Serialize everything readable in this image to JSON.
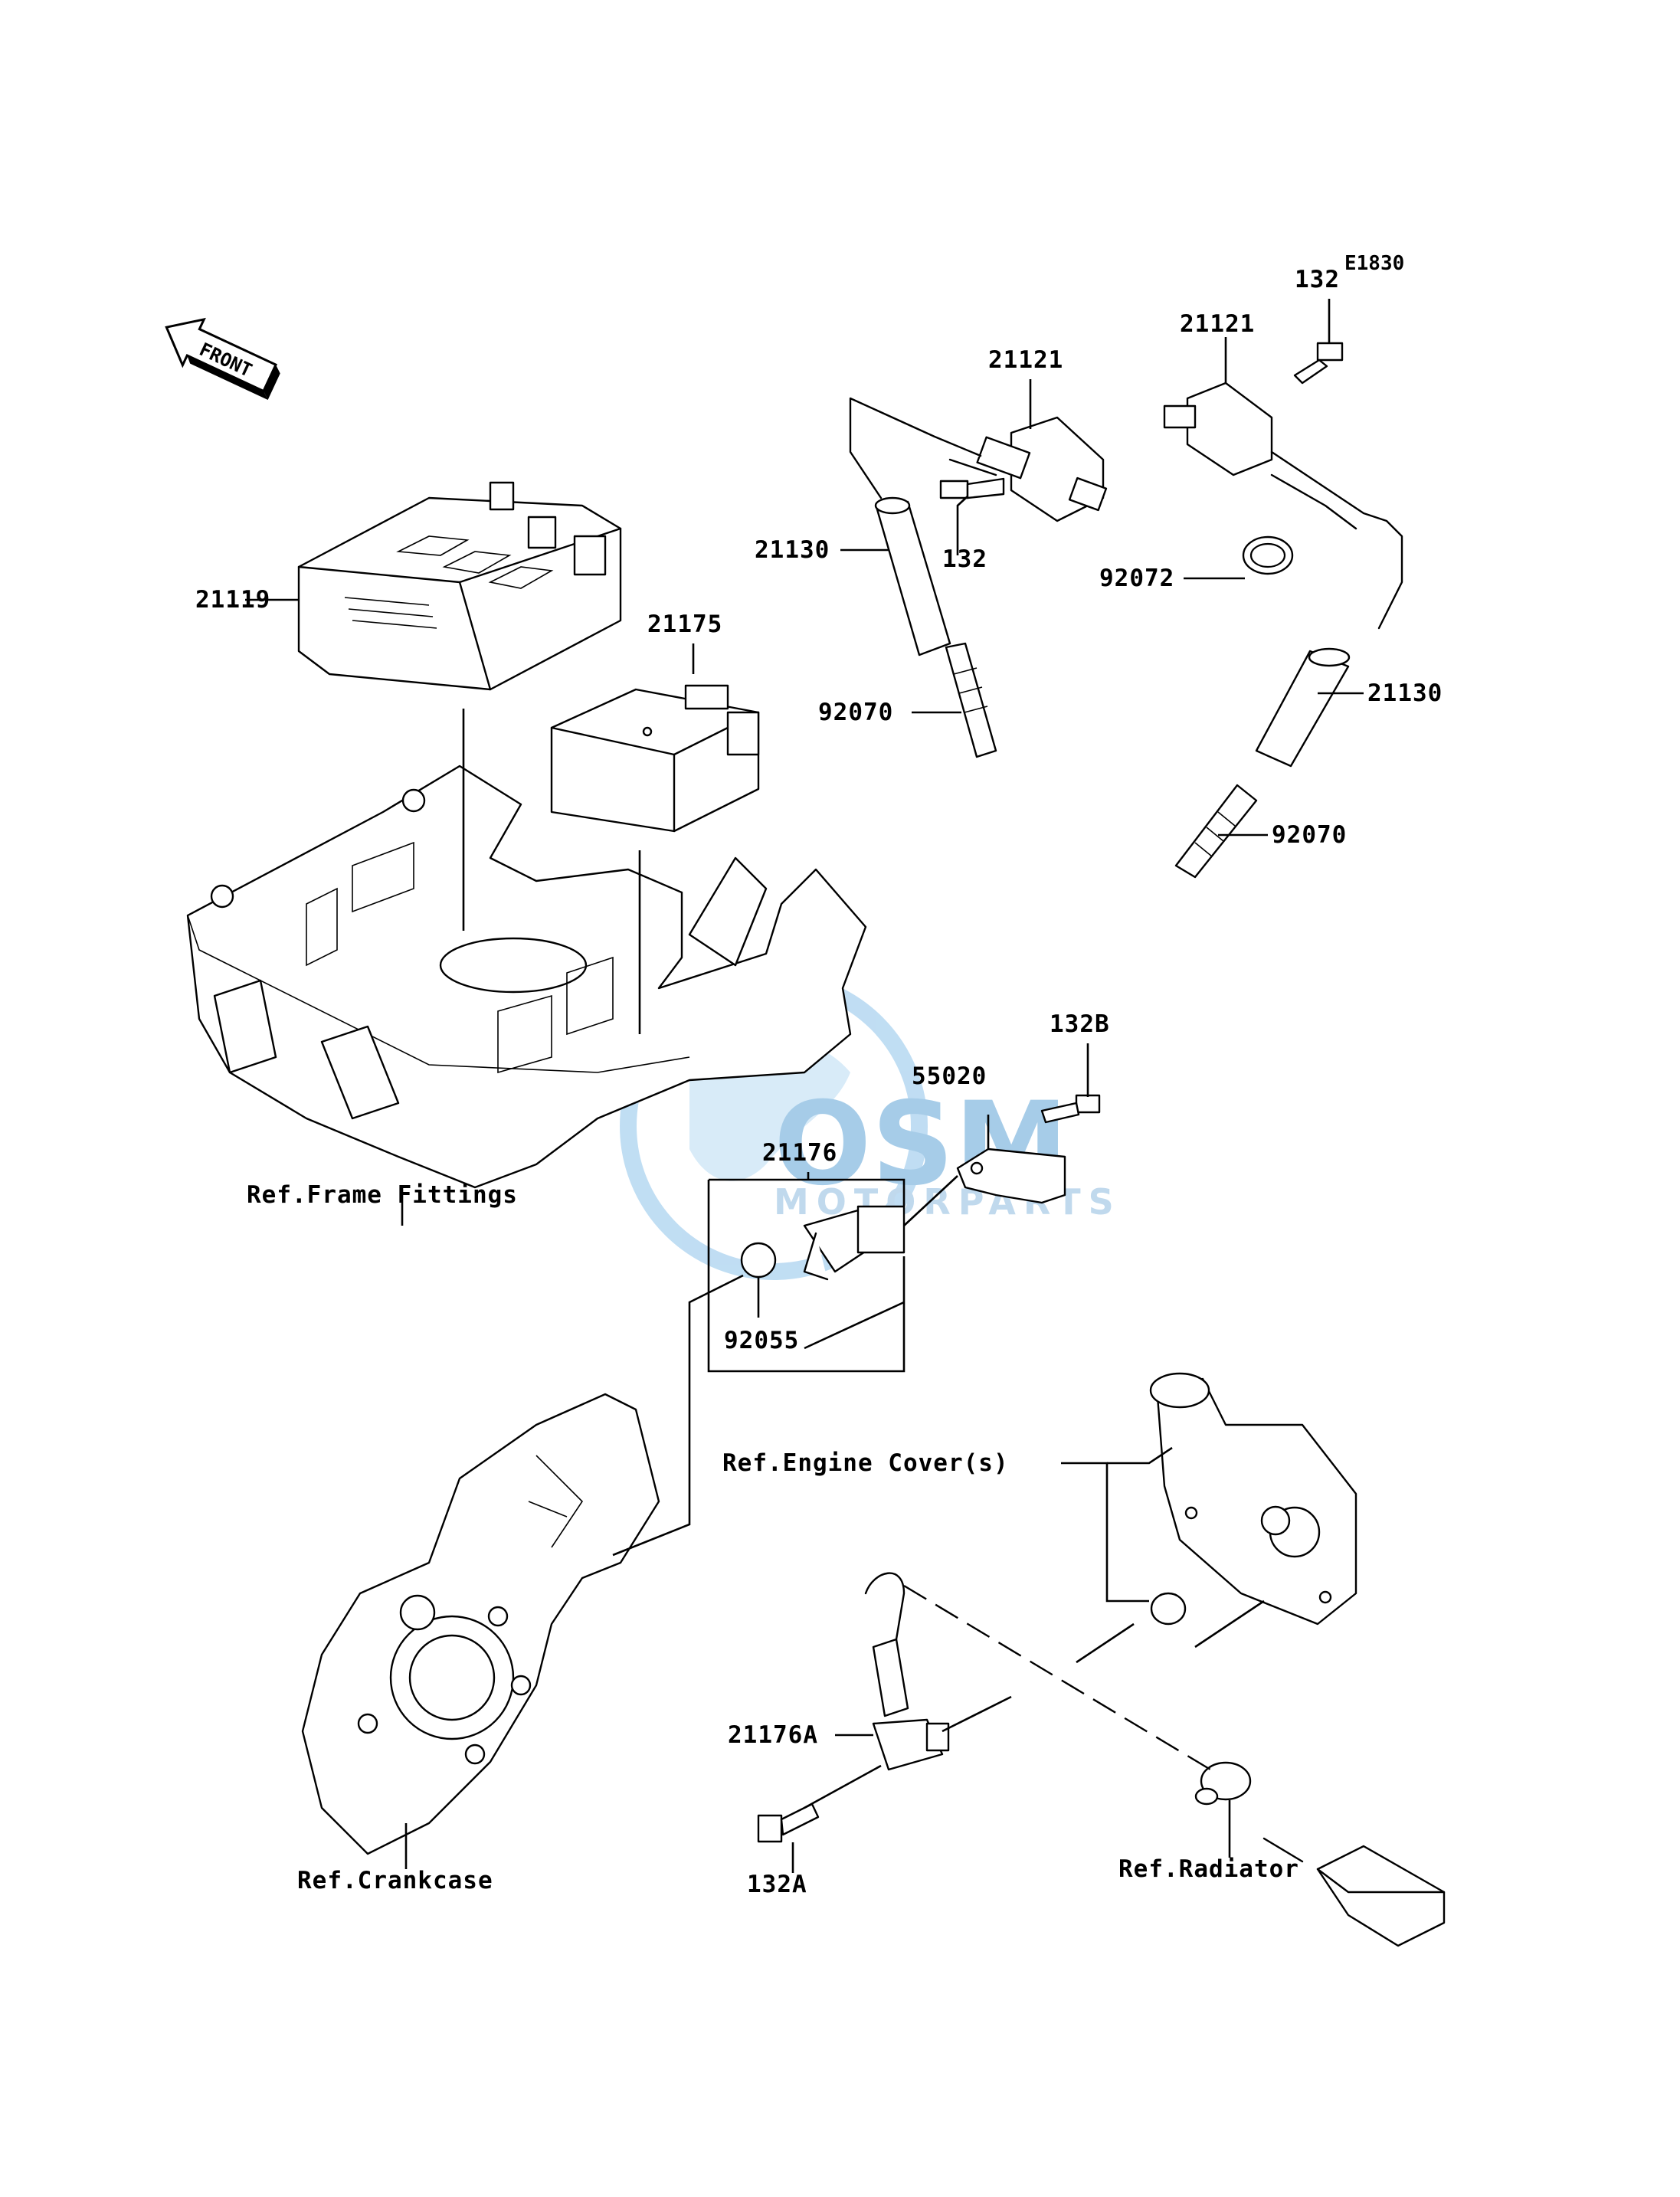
{
  "diagram": {
    "code": "E1830",
    "front_label": "FRONT",
    "watermark": {
      "brand": "OSM",
      "sub": "MOTORPARTS",
      "color": "#5fa3d6"
    },
    "parts": {
      "p21119": "21119",
      "p21175": "21175",
      "p21121_left": "21121",
      "p21121_right": "21121",
      "p132_left": "132",
      "p132_right": "132",
      "p21130_left": "21130",
      "p21130_right": "21130",
      "p92072": "92072",
      "p92070_left": "92070",
      "p92070_right": "92070",
      "p132B": "132B",
      "p55020": "55020",
      "p21176": "21176",
      "p92055": "92055",
      "p21176A": "21176A",
      "p132A": "132A"
    },
    "refs": {
      "frame": "Ref.Frame Fittings",
      "engine_cover": "Ref.Engine Cover(s)",
      "crankcase": "Ref.Crankcase",
      "radiator": "Ref.Radiator"
    }
  }
}
